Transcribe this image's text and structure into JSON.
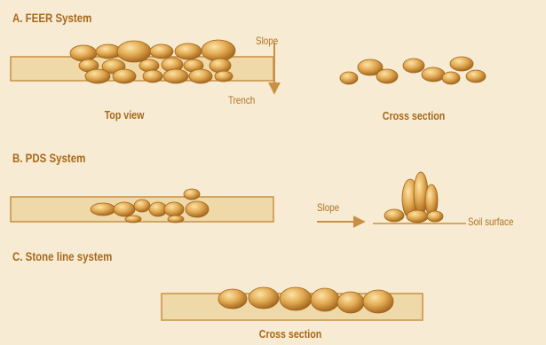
{
  "colors": {
    "background": "#f7ecd3",
    "trench_fill": "#f0d9a8",
    "trench_border": "#c98f44",
    "stone_light": "#f6d48b",
    "stone_mid": "#dca04a",
    "stone_dark": "#9a5c14",
    "text": "#a5651b"
  },
  "sections": {
    "a": {
      "title": "A. FEER System",
      "top_view_caption": "Top view",
      "cross_section_caption": "Cross section",
      "slope_label": "Slope",
      "trench_label": "Trench"
    },
    "b": {
      "title": "B. PDS System",
      "slope_label": "Slope",
      "soil_surface_label": "Soil surface"
    },
    "c": {
      "title": "C. Stone line system",
      "cross_section_caption": "Cross section"
    }
  }
}
